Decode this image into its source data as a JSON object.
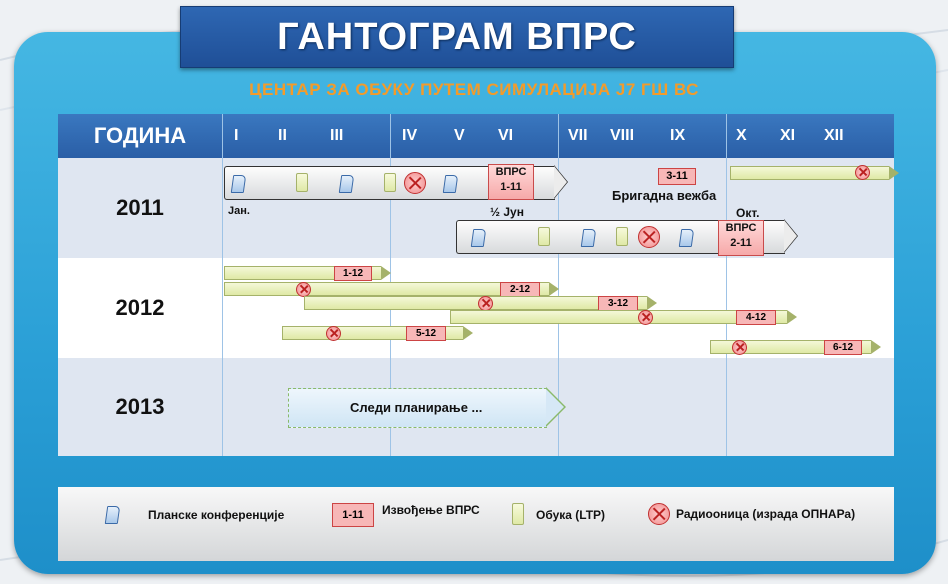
{
  "title": "ГАНТОГРАМ ВПРС",
  "subtitle": "ЦЕНТАР ЗА ОБУКУ ПУТЕМ СИМУЛАЦИЈА J7 ГШ ВС",
  "header": {
    "year_label": "ГОДИНА",
    "months": [
      "I",
      "II",
      "III",
      "IV",
      "V",
      "VI",
      "VII",
      "VIII",
      "IX",
      "X",
      "XI",
      "XII"
    ]
  },
  "rows": [
    {
      "year": "2011"
    },
    {
      "year": "2012"
    },
    {
      "year": "2013"
    }
  ],
  "y2011": {
    "vprs1_line1": "ВПРС",
    "vprs1_line2": "1-11",
    "jan": "Јан.",
    "half_jun": "½ Јун",
    "ex_label": "3-11",
    "brigade": "Бригадна вежба",
    "okt": "Окт.",
    "vprs2_line1": "ВПРС",
    "vprs2_line2": "2-11"
  },
  "y2012": {
    "labels": [
      "1-12",
      "2-12",
      "3-12",
      "4-12",
      "5-12",
      "6-12"
    ]
  },
  "y2013": {
    "planning": "Следи планирање ..."
  },
  "legend": {
    "conferences": "Планске конференције",
    "sample_label": "1-11",
    "vprs": "Извођење ВПРС",
    "training": "Обука (LTP)",
    "workshop": "Радиооница (израда ОПНАРа)"
  },
  "colors": {
    "header_blue": "#2a5ea6",
    "panel_blue": "#2a9fd6",
    "subtitle_orange": "#f39b2a",
    "training_green": "#dfe9a6",
    "vprs_red": "#f6a9a9"
  },
  "icons": {
    "conference": "document-icon",
    "training": "training-box-icon",
    "workshop": "x-circle-icon"
  }
}
